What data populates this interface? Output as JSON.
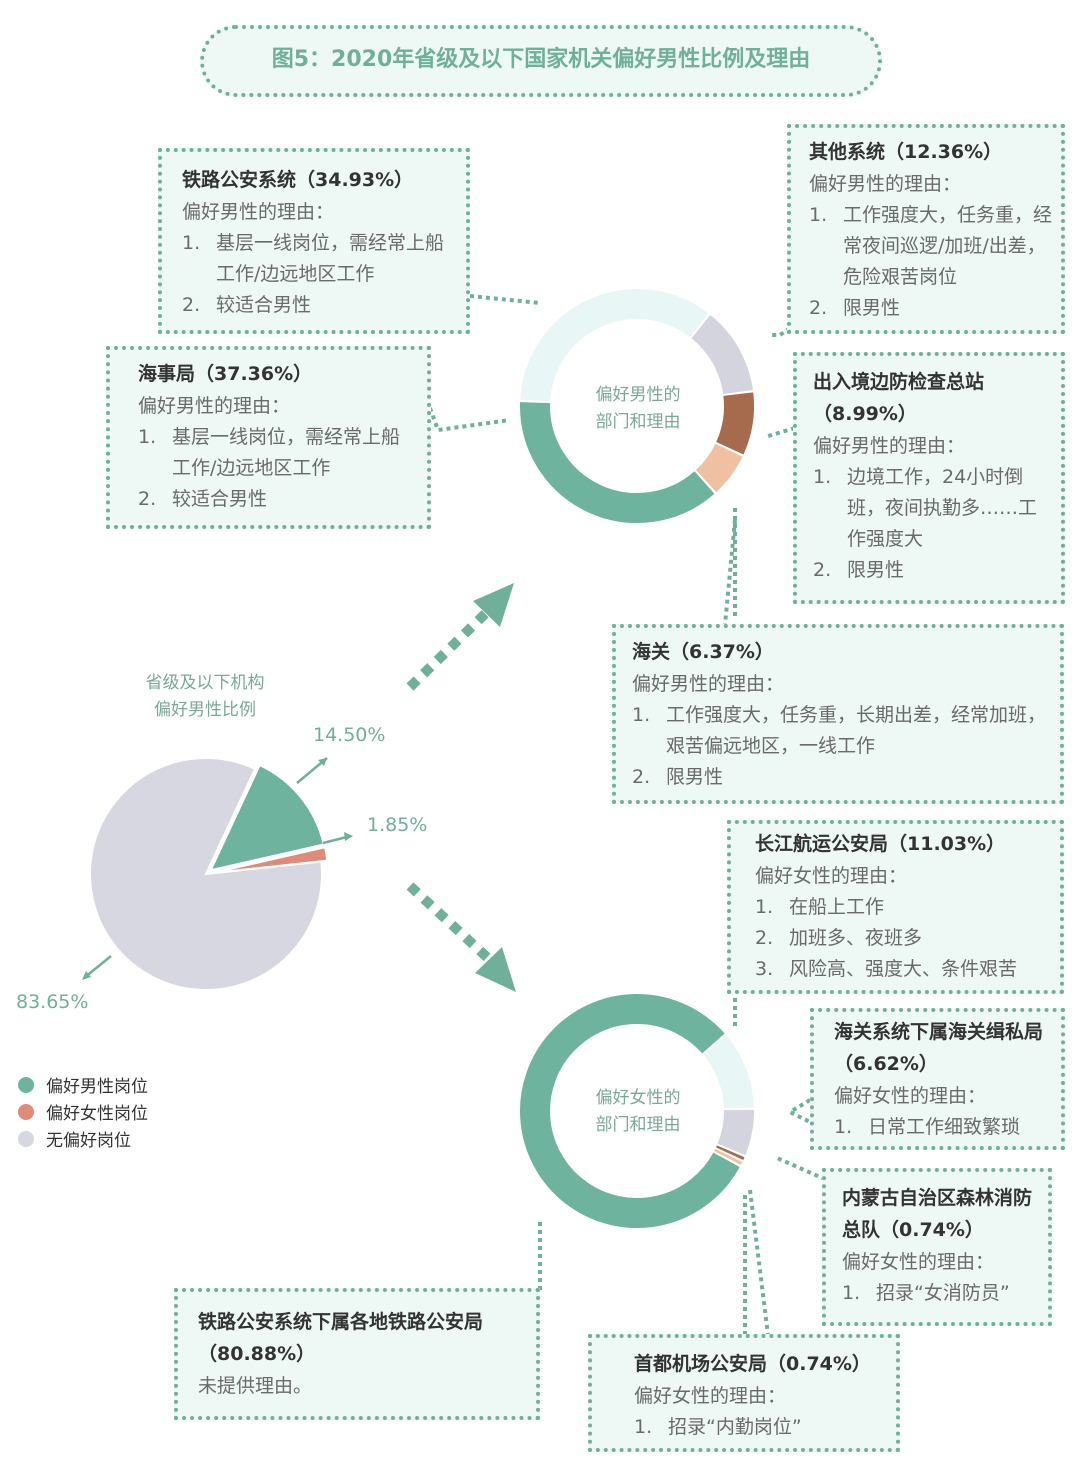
{
  "title": "图5：2020年省级及以下国家机关偏好男性比例及理由",
  "colors": {
    "male": "#6db39e",
    "female": "#e08a78",
    "none": "#d6d7e0",
    "accent": "#6fb09a"
  },
  "chart_data": [
    {
      "type": "pie",
      "title": "省级及以下机构偏好男性比例",
      "title_lines": [
        "省级及以下机构",
        "偏好男性比例"
      ],
      "categories": [
        "偏好男性岗位",
        "偏好女性岗位",
        "无偏好岗位"
      ],
      "values": [
        14.5,
        1.85,
        83.65
      ],
      "labels": [
        "14.50%",
        "1.85%",
        "83.65%"
      ],
      "legend_position": "bottom-left"
    },
    {
      "type": "donut",
      "title_lines": [
        "偏好男性的",
        "部门和理由"
      ],
      "categories": [
        "海事局",
        "铁路公安系统",
        "其他系统",
        "出入境边防检查总站",
        "海关"
      ],
      "values": [
        37.36,
        34.93,
        12.36,
        8.99,
        6.37
      ],
      "colors": [
        "#6db39e",
        "#e8f6f6",
        "#d3d4dd",
        "#a66a4c",
        "#f0c0a2"
      ]
    },
    {
      "type": "donut",
      "title_lines": [
        "偏好女性的",
        "部门和理由"
      ],
      "categories": [
        "铁路公安系统下属各地铁路公安局",
        "长江航运公安局",
        "海关系统下属海关缉私局",
        "内蒙古自治区森林消防总队",
        "首都机场公安局"
      ],
      "values": [
        80.88,
        11.03,
        6.62,
        0.74,
        0.74
      ],
      "colors": [
        "#6db39e",
        "#e8f6f6",
        "#d3d4dd",
        "#a66a4c",
        "#f0c0a2"
      ]
    }
  ],
  "boxes": {
    "railway_police": {
      "head": "铁路公安系统（34.93%）",
      "sub": "偏好男性的理由：",
      "items": [
        {
          "n": "1.",
          "t": "基层一线岗位，需经常上船工作/边远地区工作"
        },
        {
          "n": "2.",
          "t": "较适合男性"
        }
      ]
    },
    "maritime": {
      "head": "海事局（37.36%）",
      "sub": "偏好男性的理由：",
      "items": [
        {
          "n": "1.",
          "t": "基层一线岗位，需经常上船工作/边远地区工作"
        },
        {
          "n": "2.",
          "t": "较适合男性"
        }
      ]
    },
    "other": {
      "head": "其他系统（12.36%）",
      "sub": "偏好男性的理由：",
      "items": [
        {
          "n": "1.",
          "t": "工作强度大，任务重，经常夜间巡逻/加班/出差，危险艰苦岗位"
        },
        {
          "n": "2.",
          "t": "限男性"
        }
      ]
    },
    "border": {
      "head": "出入境边防检查总站（8.99%）",
      "sub": "偏好男性的理由：",
      "items": [
        {
          "n": "1.",
          "t": "边境工作，24小时倒班，夜间执勤多……工作强度大"
        },
        {
          "n": "2.",
          "t": "限男性"
        }
      ]
    },
    "customs": {
      "head": "海关（6.37%）",
      "sub": "偏好男性的理由：",
      "items": [
        {
          "n": "1.",
          "t": "工作强度大，任务重，长期出差，经常加班，艰苦偏远地区，一线工作"
        },
        {
          "n": "2.",
          "t": "限男性"
        }
      ]
    },
    "yangtze": {
      "head": "长江航运公安局（11.03%）",
      "sub": "偏好女性的理由：",
      "items": [
        {
          "n": "1.",
          "t": "在船上工作"
        },
        {
          "n": "2.",
          "t": "加班多、夜班多"
        },
        {
          "n": "3.",
          "t": "风险高、强度大、条件艰苦"
        }
      ]
    },
    "anti_smuggling": {
      "head": "海关系统下属海关缉私局（6.62%）",
      "sub": "偏好女性的理由：",
      "items": [
        {
          "n": "1.",
          "t": "日常工作细致繁琐"
        }
      ]
    },
    "forest_fire": {
      "head": "内蒙古自治区森林消防总队（0.74%）",
      "sub": "偏好女性的理由：",
      "items": [
        {
          "n": "1.",
          "t": "招录“女消防员”"
        }
      ]
    },
    "railway_bureaus": {
      "head": "铁路公安系统下属各地铁路公安局（80.88%）",
      "sub": "未提供理由。",
      "items": []
    },
    "airport": {
      "head": "首都机场公安局（0.74%）",
      "sub": "偏好女性的理由：",
      "items": [
        {
          "n": "1.",
          "t": "招录“内勤岗位”"
        }
      ]
    }
  }
}
